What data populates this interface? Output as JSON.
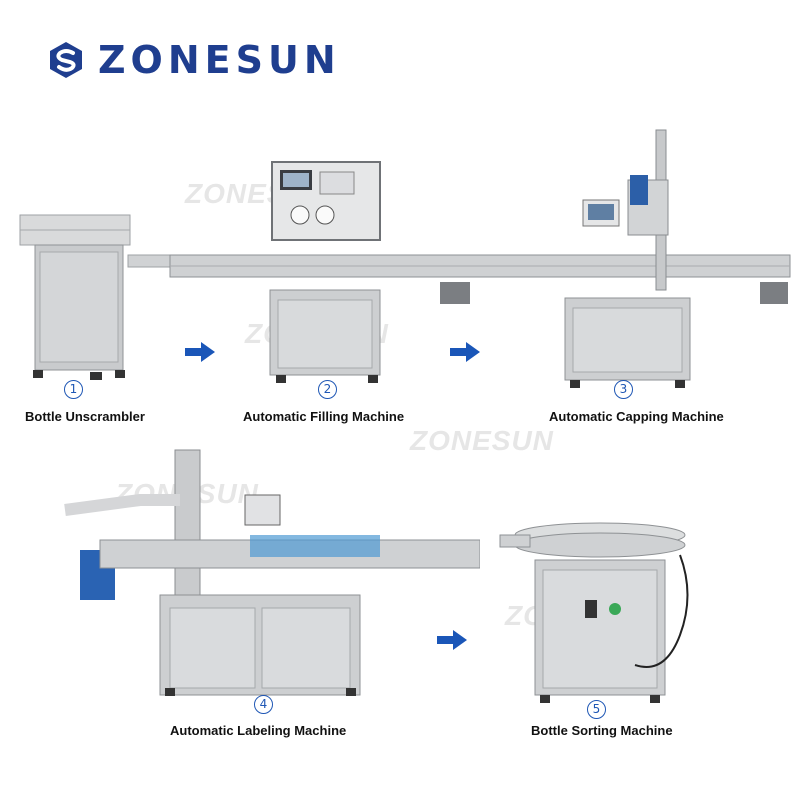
{
  "brand": {
    "name": "ZONESUN",
    "watermark": "ZONESUN",
    "logo_color": "#1f3e8f"
  },
  "arrow_color": "#1a56b8",
  "machines": [
    {
      "number": "1",
      "label": "Bottle Unscrambler"
    },
    {
      "number": "2",
      "label": "Automatic Filling Machine"
    },
    {
      "number": "3",
      "label": "Automatic Capping Machine"
    },
    {
      "number": "4",
      "label": "Automatic Labeling Machine"
    },
    {
      "number": "5",
      "label": "Bottle Sorting Machine"
    }
  ]
}
